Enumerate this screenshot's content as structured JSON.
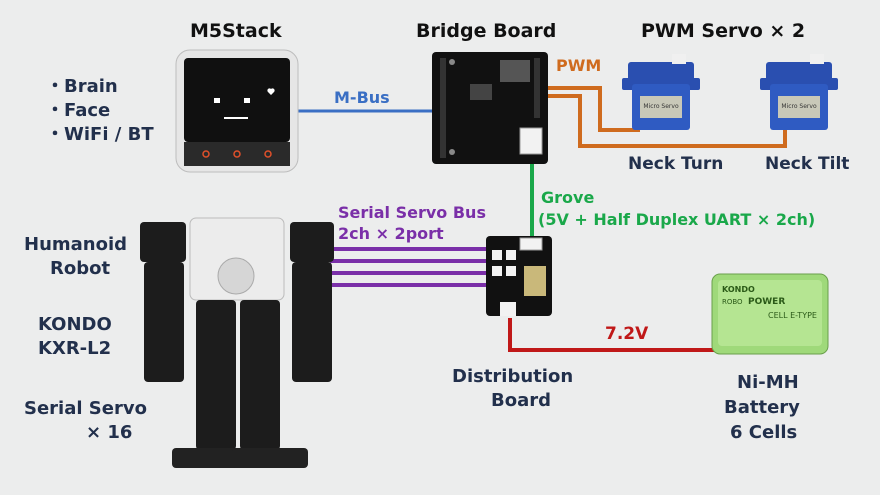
{
  "title_m5stack": "M5Stack",
  "title_bridge": "Bridge Board",
  "title_servo": "PWM Servo × 2",
  "features": [
    "・Brain",
    "・Face",
    "・WiFi / BT"
  ],
  "conn_mbus": "M-Bus",
  "conn_pwm": "PWM",
  "servo_labels": [
    "Neck Turn",
    "Neck Tilt"
  ],
  "grove_line1": "Grove",
  "grove_line2": "(5V + Half Duplex UART × 2ch)",
  "serial_bus_line1": "Serial Servo Bus",
  "serial_bus_line2": "2ch × 2port",
  "robot_type": [
    "Humanoid",
    "Robot"
  ],
  "robot_model": [
    "KONDO",
    "KXR-L2"
  ],
  "robot_servos": [
    "Serial Servo",
    "× 16"
  ],
  "distribution": [
    "Distribution",
    "Board"
  ],
  "voltage": "7.2V",
  "battery_label": [
    "Ni-MH",
    "Battery",
    "6 Cells"
  ],
  "battery_print": {
    "brand": "KONDO",
    "robo": "ROBO",
    "power": "POWER",
    "type": "CELL E-TYPE"
  },
  "servo_print": "Micro Servo",
  "colors": {
    "mbus": "#3a6fc4",
    "pwm": "#cf6b1e",
    "grove": "#1aa84a",
    "serial": "#7a2fa8",
    "power": "#c01818",
    "text": "#22304c"
  }
}
